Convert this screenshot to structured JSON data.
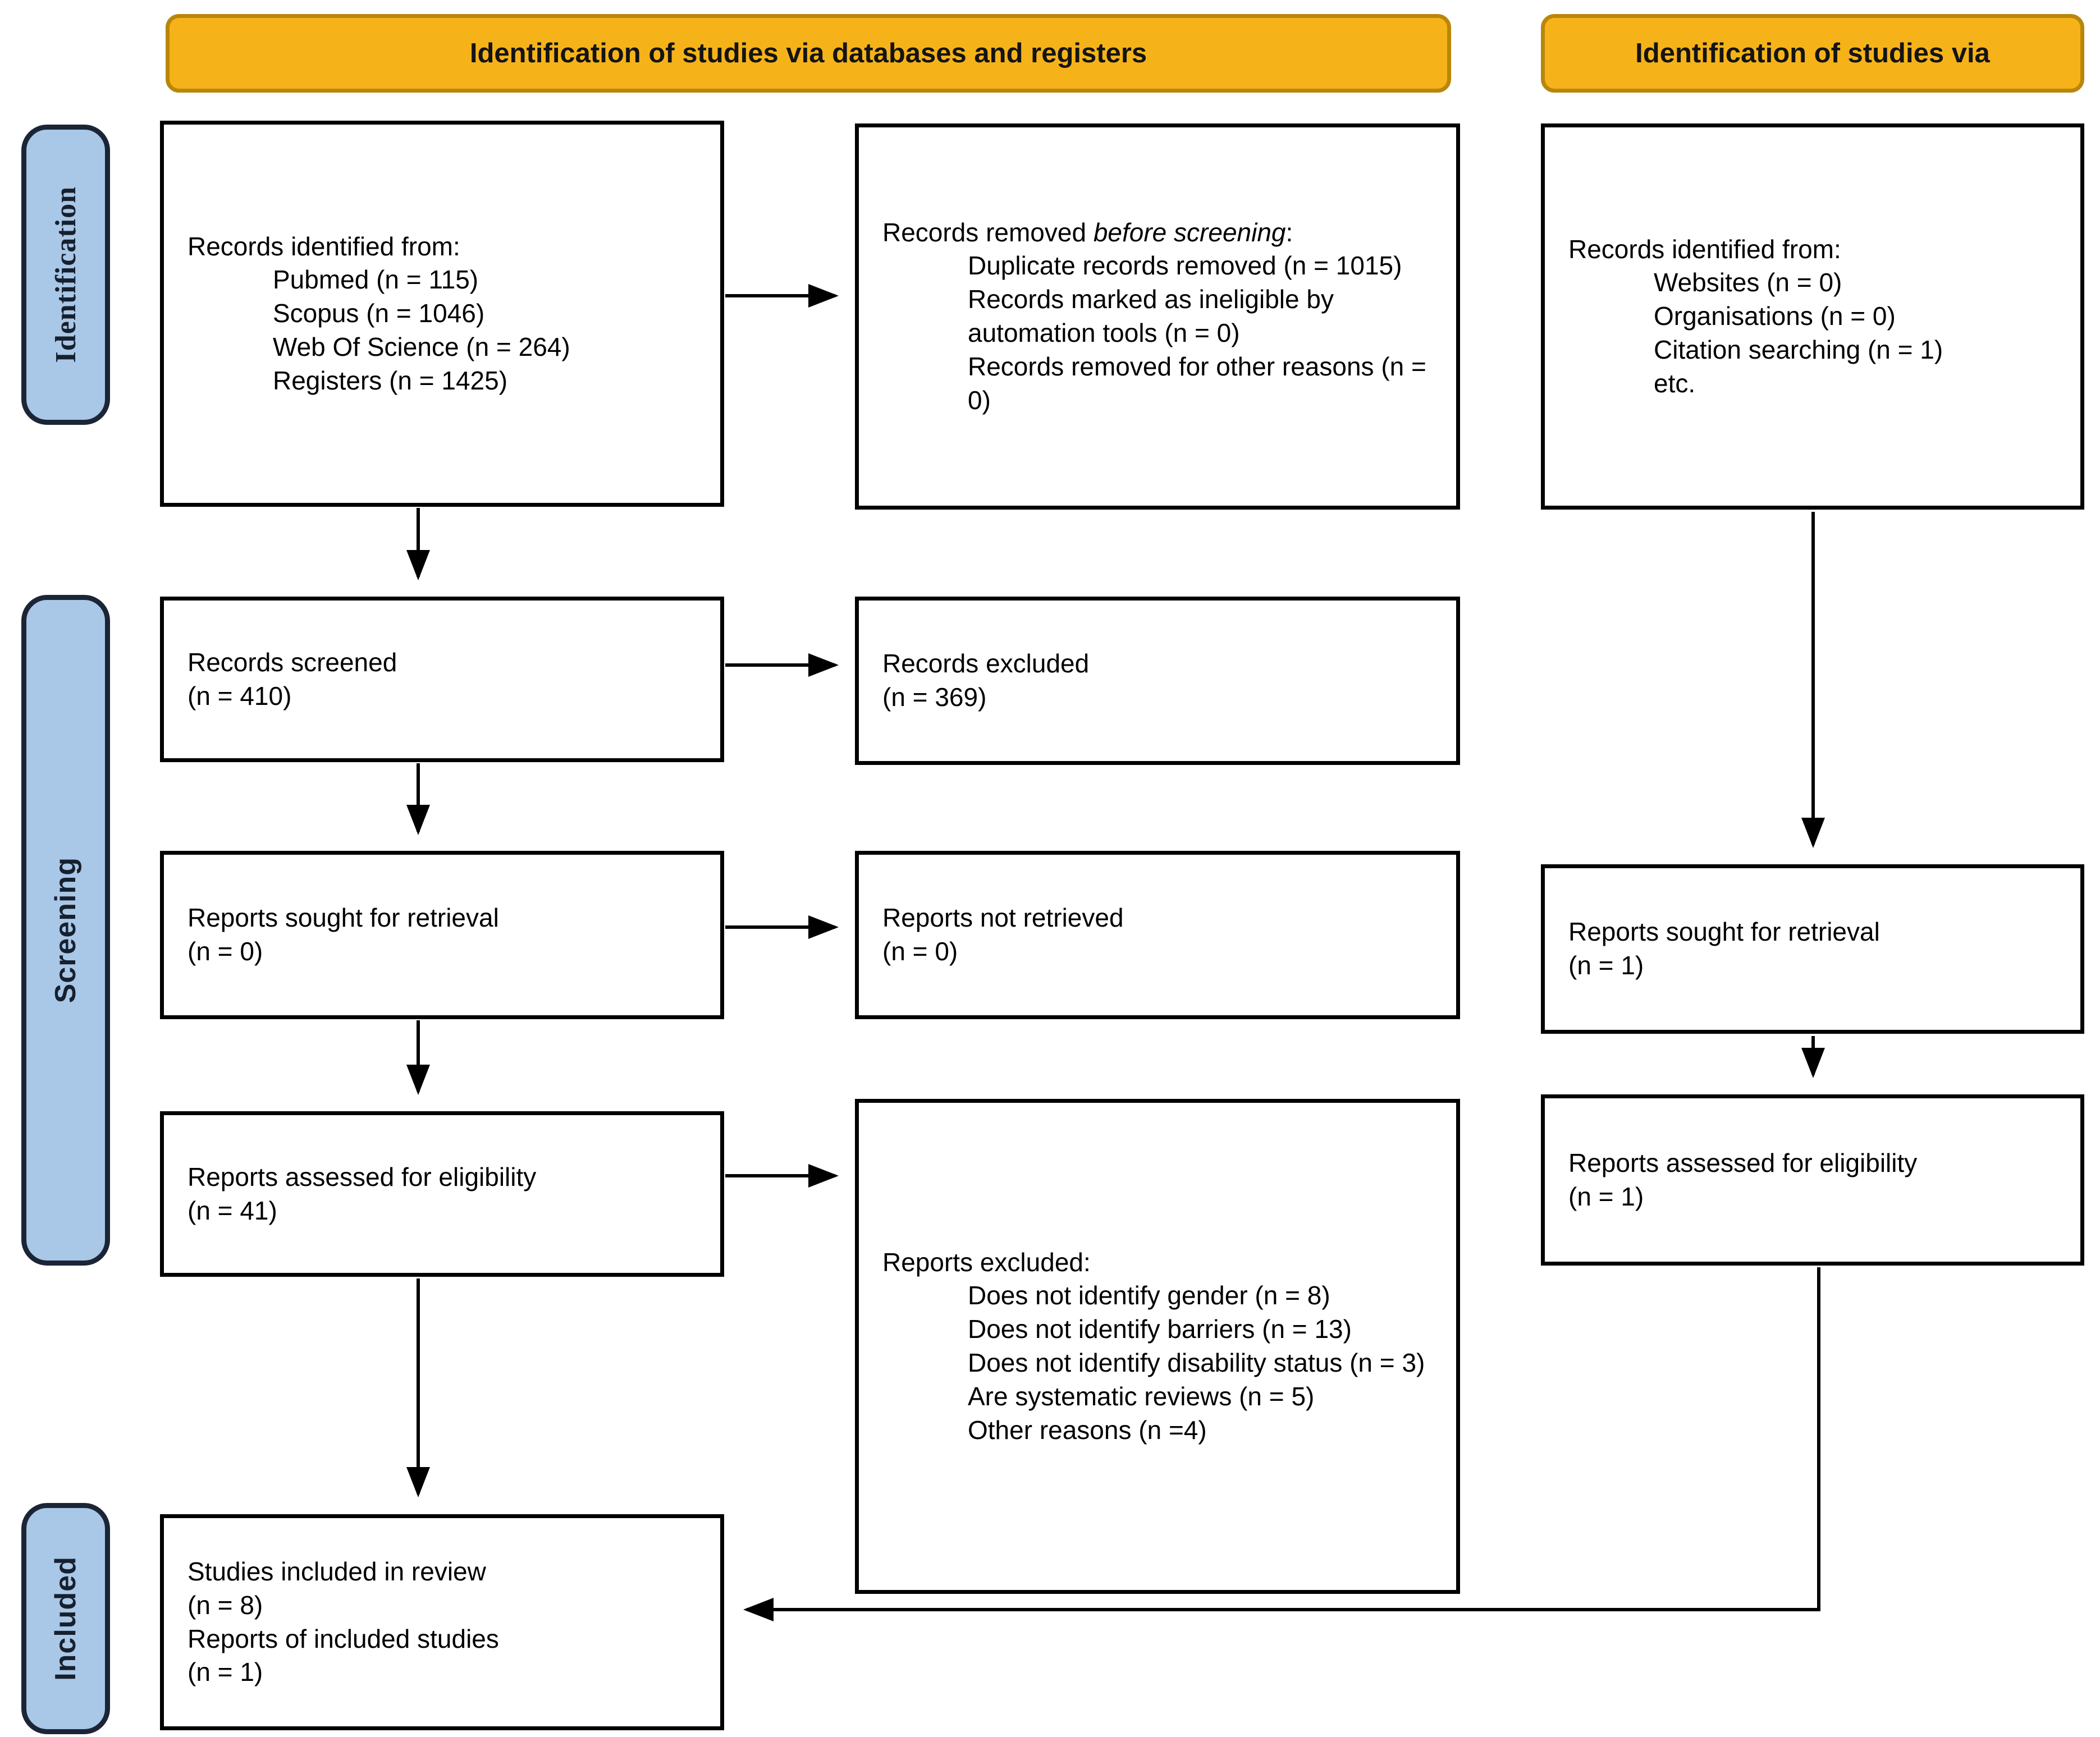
{
  "banners": {
    "left": "Identification of studies via databases and registers",
    "right": "Identification of studies via"
  },
  "stages": {
    "identification": "Identification",
    "screening": "Screening",
    "included": "Included"
  },
  "colors": {
    "banner_fill": "#F6B319",
    "banner_border": "#B9860B",
    "stage_fill": "#A9C7E7",
    "stage_border": "#1B2536",
    "box_border": "#000000",
    "arrow": "#000000"
  },
  "boxes": {
    "records_identified_db": {
      "title": "Records identified from:",
      "items": [
        "Pubmed (n = 115)",
        "Scopus (n = 1046)",
        "Web Of Science (n = 264)",
        "Registers (n = 1425)"
      ]
    },
    "records_removed": {
      "title_prefix": "Records removed ",
      "title_italic": "before screening",
      "title_suffix": ":",
      "items": [
        "Duplicate records removed (n = 1015)",
        "Records marked as ineligible by automation tools (n = 0)",
        "Records removed for other reasons (n = 0)"
      ]
    },
    "records_identified_other": {
      "title": "Records identified from:",
      "items": [
        "Websites (n = 0)",
        "Organisations (n = 0)",
        "Citation searching (n = 1)",
        "etc."
      ]
    },
    "records_screened": {
      "lines": [
        "Records screened",
        "(n = 410)"
      ]
    },
    "records_excluded": {
      "lines": [
        "Records excluded",
        "(n = 369)"
      ]
    },
    "reports_sought_db": {
      "lines": [
        "Reports sought for retrieval",
        "(n = 0)"
      ]
    },
    "reports_not_retrieved": {
      "lines": [
        "Reports not retrieved",
        "(n = 0)"
      ]
    },
    "reports_sought_other": {
      "lines": [
        "Reports sought for retrieval",
        "(n = 1)"
      ]
    },
    "reports_assessed_db": {
      "lines": [
        "Reports assessed for eligibility",
        "(n = 41)"
      ]
    },
    "reports_excluded": {
      "title": "Reports excluded:",
      "items": [
        "Does not identify gender (n = 8)",
        "Does not identify barriers (n = 13)",
        "Does not identify disability status (n = 3)",
        "Are systematic reviews (n = 5)",
        "Other reasons (n =4)"
      ]
    },
    "reports_assessed_other": {
      "lines": [
        "Reports assessed for eligibility",
        "(n = 1)"
      ]
    },
    "studies_included": {
      "lines": [
        "Studies included in review",
        "(n = 8)",
        "Reports of included studies",
        "(n = 1)"
      ]
    }
  }
}
